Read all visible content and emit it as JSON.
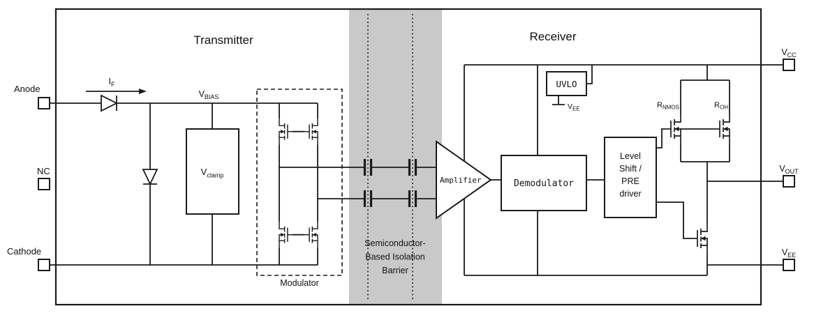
{
  "diagram": {
    "transmitter_title": "Transmitter",
    "receiver_title": "Receiver",
    "isolation": {
      "line1": "Semiconductor-",
      "line2": "Based Isolation",
      "line3": "Barrier"
    },
    "pins": {
      "anode": "Anode",
      "nc": "NC",
      "cathode": "Cathode",
      "vcc": {
        "base": "V",
        "sub": "CC"
      },
      "vout": {
        "base": "V",
        "sub": "OUT"
      },
      "vee": {
        "base": "V",
        "sub": "EE"
      }
    },
    "labels": {
      "if_current": {
        "base": "I",
        "sub": "F"
      },
      "vbias": {
        "base": "V",
        "sub": "BIAS"
      },
      "vclamp": {
        "base": "V",
        "sub": "clamp"
      },
      "modulator": "Modulator",
      "amplifier": "Amplifier",
      "demodulator": "Demodulator",
      "uvlo": "UVLO",
      "uvlo_vee": {
        "base": "V",
        "sub": "EE"
      },
      "level_shift": {
        "line1": "Level",
        "line2": "Shift /",
        "line3": "PRE",
        "line4": "driver"
      },
      "rnmos": {
        "base": "R",
        "sub": "NMOS"
      },
      "roh": {
        "base": "R",
        "sub": "OH"
      }
    },
    "colors": {
      "barrier_fill": "#c9c9c9",
      "line": "#1a1a1a"
    }
  }
}
